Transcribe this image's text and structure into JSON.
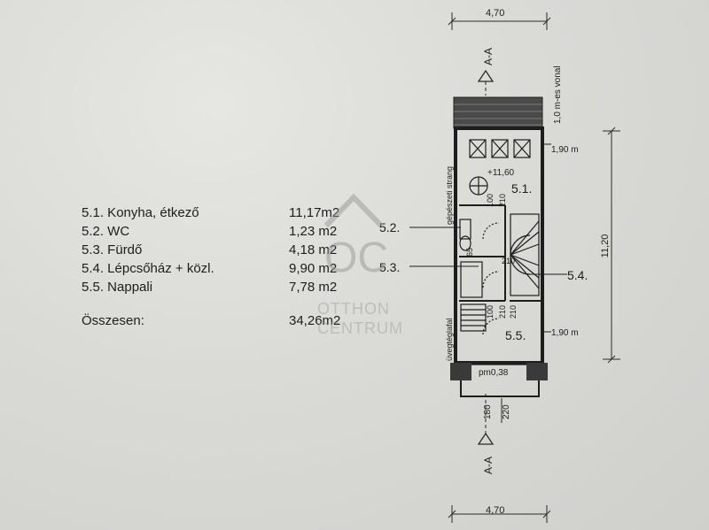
{
  "legend": {
    "rooms": [
      {
        "label": "5.1. Konyha, étkező",
        "area": "11,17m2"
      },
      {
        "label": "5.2. WC",
        "area": "1,23 m2"
      },
      {
        "label": "5.3. Fürdő",
        "area": "4,18 m2"
      },
      {
        "label": "5.4. Lépcsőház + közl.",
        "area": "9,90 m2"
      },
      {
        "label": "5.5. Nappali",
        "area": "7,78 m2"
      }
    ],
    "total_label": "Összesen:",
    "total_area": "34,26m2"
  },
  "watermark": {
    "logo": "OC",
    "line1": "OTTHON",
    "line2": "CENTRUM"
  },
  "plan": {
    "width_top": "4,70",
    "width_bottom": "4,70",
    "section_top": "A-A",
    "section_bottom": "A-A",
    "line_1m": "1,0 m-es vonal",
    "height_dim": "11,20",
    "dim_top_right": "1,90 m",
    "dim_bottom_right": "1,90 m",
    "level_top": "+11,60",
    "level_bottom": "pm0,38",
    "utility_shaft": "gépészeti strang",
    "glass_block_wall": "üvegtéglafal",
    "room_labels": [
      "5.1.",
      "5.2.",
      "5.3.",
      "5.4.",
      "5.5."
    ],
    "door_heights": [
      "100",
      "210",
      "65",
      "210",
      "210",
      "100",
      "210"
    ],
    "bottom_dims": [
      "180",
      "220"
    ]
  }
}
